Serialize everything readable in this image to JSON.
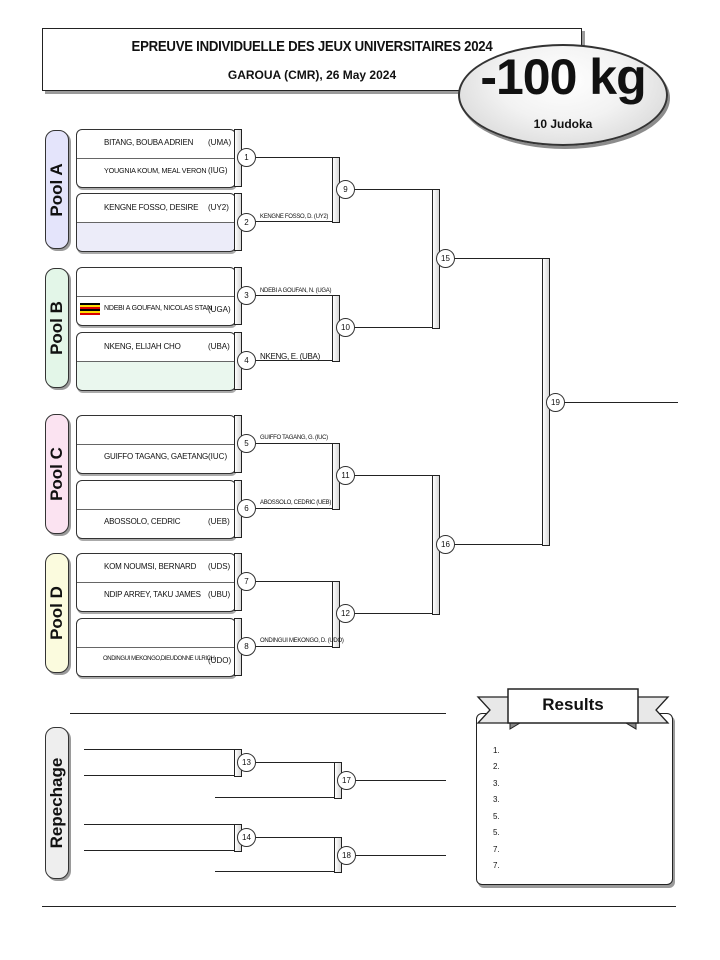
{
  "header": {
    "title": "EPREUVE INDIVIDUELLE DES JEUX UNIVERSITAIRES 2024",
    "subtitle": "GAROUA (CMR), 26 May 2024",
    "weight": "-100 kg",
    "count": "10 Judoka"
  },
  "pools": [
    "Pool A",
    "Pool B",
    "Pool C",
    "Pool D"
  ],
  "entries": [
    {
      "name": "BITANG, BOUBA ADRIEN",
      "club": "(UMA)"
    },
    {
      "name": "YOUGNIA KOUM, MEAL VERON",
      "club": "(IUG)"
    },
    {
      "name": "KENGNE FOSSO, DESIRE",
      "club": "(UY2)"
    },
    {
      "name": "NDEBI A GOUFAN, NICOLAS STAN",
      "club": "(UGA)"
    },
    {
      "name": "NKENG, ELIJAH CHO",
      "club": "(UBA)"
    },
    {
      "name": "GUIFFO TAGANG, GAETANG",
      "club": "(IUC)"
    },
    {
      "name": "ABOSSOLO, CEDRIC",
      "club": "(UEB)"
    },
    {
      "name": "KOM NOUMSI, BERNARD",
      "club": "(UDS)"
    },
    {
      "name": "NDIP ARREY, TAKU JAMES",
      "club": "(UBU)"
    },
    {
      "name": "ONDINGUI MEKONGO,DIEUDONNE ULRICH",
      "club": "(UDO)"
    }
  ],
  "winners": {
    "m2": "KENGNE FOSSO, D. (UY2)",
    "m3": "NDEBI A GOUFAN, N. (UGA)",
    "m4": "NKENG, E. (UBA)",
    "m5": "GUIFFO TAGANG, G. (IUC)",
    "m6": "ABOSSOLO, CEDRIC (UEB)",
    "m8": "ONDINGUI MEKONGO, D. (UDO)"
  },
  "matches": [
    "1",
    "2",
    "3",
    "4",
    "5",
    "6",
    "7",
    "8",
    "9",
    "10",
    "11",
    "12",
    "13",
    "14",
    "15",
    "16",
    "17",
    "18",
    "19"
  ],
  "repechage_label": "Repechage",
  "results": {
    "title": "Results",
    "places": [
      "1.",
      "2.",
      "3.",
      "3.",
      "5.",
      "5.",
      "7.",
      "7."
    ]
  },
  "colors": {
    "pool_a": "#e4e4fb",
    "pool_b": "#e3f6e8",
    "pool_c": "#fbe3f1",
    "pool_d": "#fbfbde",
    "repechage": "#eeeeee",
    "uganda_flag": [
      "#000000",
      "#fcdc04",
      "#d90000"
    ]
  }
}
